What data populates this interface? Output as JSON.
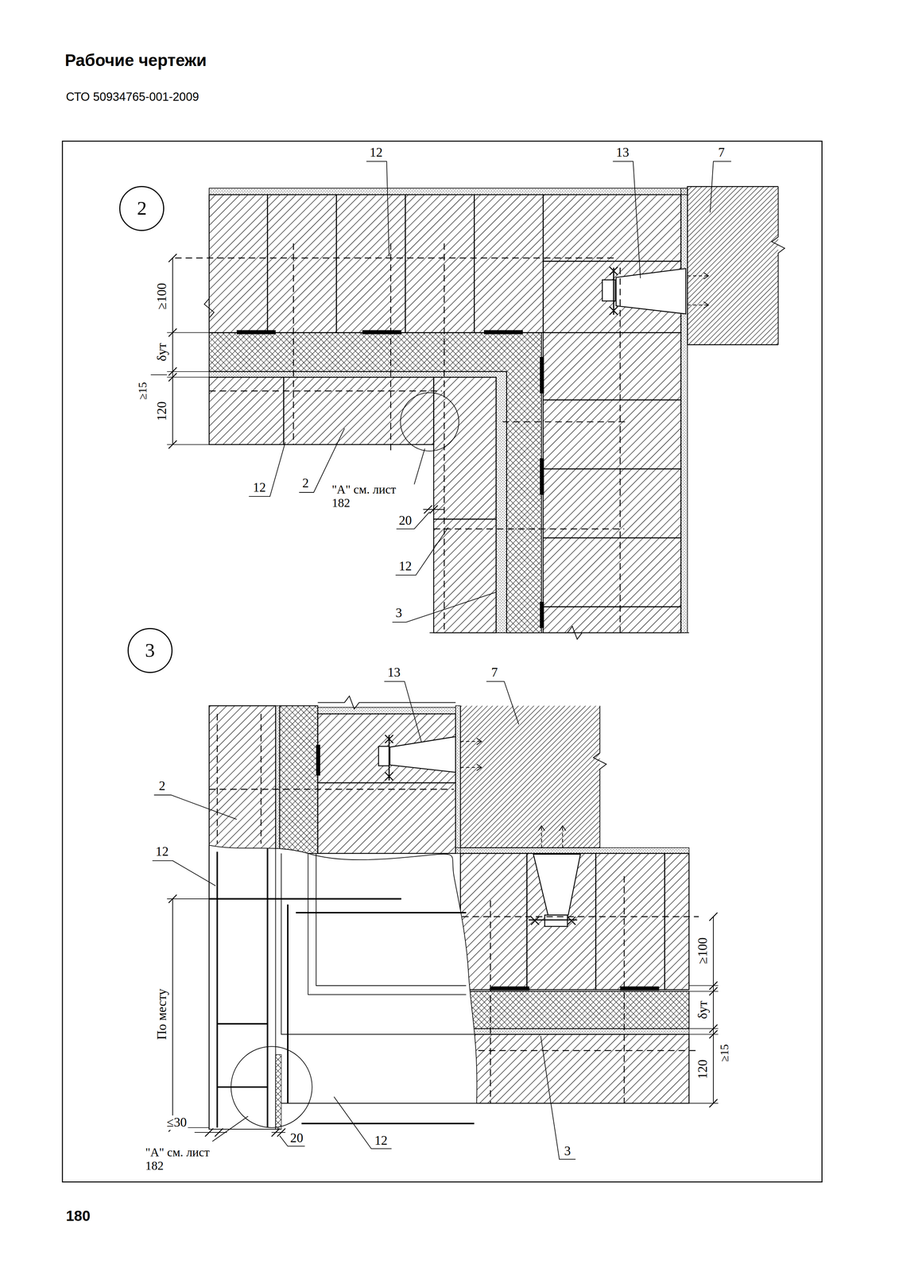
{
  "diagram": {
    "title": "Рабочие чертежи",
    "nodes": [
      {
        "text": [
          "2"
        ]
      },
      {
        "text": [
          "3"
        ]
      }
    ],
    "labels": [
      "СТО 50934765-001-2009",
      "12",
      "13",
      "7",
      "≥100",
      "δут",
      "≥15",
      "120",
      "12",
      "2",
      "\"А\" см. лист 182",
      "20",
      "12",
      "3",
      "13",
      "7",
      "2",
      "12",
      "По месту",
      "≤30",
      "\"А\" см. лист 182",
      "20",
      "12",
      "3",
      "≥100",
      "δут",
      "≥15",
      "120",
      "180"
    ]
  }
}
